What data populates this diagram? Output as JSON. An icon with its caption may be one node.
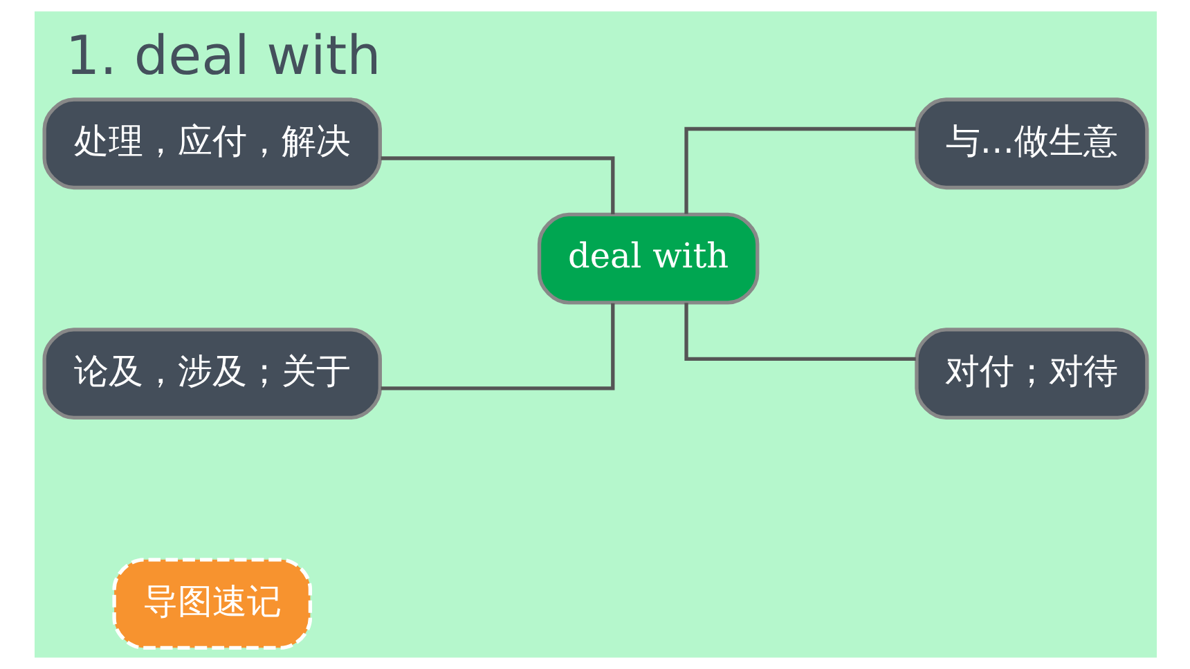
{
  "diagram": {
    "title": "1. deal with",
    "nodes": [
      {
        "text": [
          "导图速记"
        ]
      },
      {
        "text": [
          "处理，应付，解决"
        ]
      },
      {
        "text": [
          "论及，涉及；关于"
        ]
      },
      {
        "text": [
          "deal with"
        ]
      },
      {
        "text": [
          "与…做生意"
        ]
      },
      {
        "text": [
          "对付；对待"
        ]
      }
    ],
    "edges": [
      {
        "from": 1,
        "to": 3,
        "arrow": "none"
      },
      {
        "from": 2,
        "to": 3,
        "arrow": "none"
      },
      {
        "from": 3,
        "to": 4,
        "arrow": "none"
      },
      {
        "from": 3,
        "to": 5,
        "arrow": "none"
      }
    ]
  }
}
